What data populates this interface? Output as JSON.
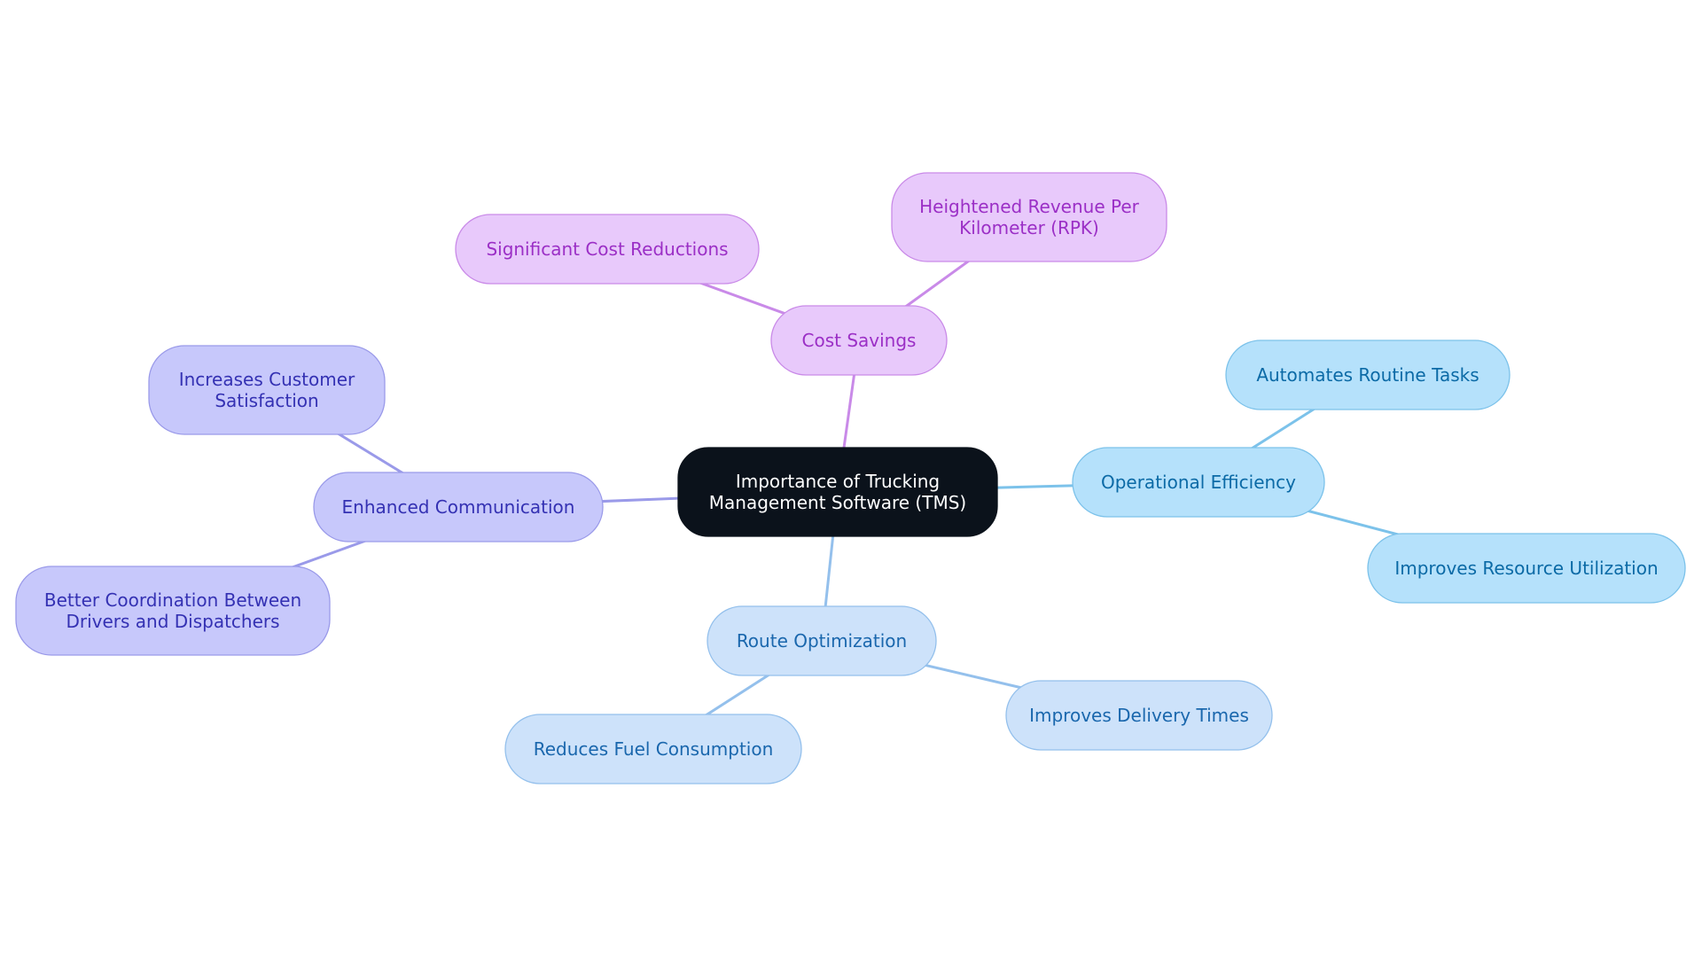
{
  "colors": {
    "root": {
      "fill": "#0b121b",
      "stroke": "#0b121b",
      "text": "#ffffff"
    },
    "cost": {
      "fill": "#e8c9fb",
      "stroke": "#c98ae8",
      "text": "#9b2fc6",
      "edge": "#c98ae8"
    },
    "operational": {
      "fill": "#b5e1fb",
      "stroke": "#7cc2ea",
      "text": "#0b6aa6",
      "edge": "#7cc2ea"
    },
    "route": {
      "fill": "#cde2fa",
      "stroke": "#94c0ec",
      "text": "#1a67ad",
      "edge": "#94c0ec"
    },
    "communication": {
      "fill": "#c7c8fb",
      "stroke": "#9a9ae9",
      "text": "#3431b3",
      "edge": "#9a9ae9"
    }
  },
  "root": {
    "id": "root",
    "lines": [
      "Importance of Trucking",
      "Management Software (TMS)"
    ],
    "theme": "root"
  },
  "branches": [
    {
      "id": "cost-savings",
      "lines": [
        "Cost Savings"
      ],
      "theme": "cost",
      "children": [
        {
          "id": "significant-cost-reductions",
          "lines": [
            "Significant Cost Reductions"
          ]
        },
        {
          "id": "heightened-revenue",
          "lines": [
            "Heightened Revenue Per",
            "Kilometer (RPK)"
          ]
        }
      ]
    },
    {
      "id": "operational-efficiency",
      "lines": [
        "Operational Efficiency"
      ],
      "theme": "operational",
      "children": [
        {
          "id": "automates-routine-tasks",
          "lines": [
            "Automates Routine Tasks"
          ]
        },
        {
          "id": "improves-resource-utilization",
          "lines": [
            "Improves Resource Utilization"
          ]
        }
      ]
    },
    {
      "id": "route-optimization",
      "lines": [
        "Route Optimization"
      ],
      "theme": "route",
      "children": [
        {
          "id": "reduces-fuel-consumption",
          "lines": [
            "Reduces Fuel Consumption"
          ]
        },
        {
          "id": "improves-delivery-times",
          "lines": [
            "Improves Delivery Times"
          ]
        }
      ]
    },
    {
      "id": "enhanced-communication",
      "lines": [
        "Enhanced Communication"
      ],
      "theme": "communication",
      "children": [
        {
          "id": "increases-customer-satisfaction",
          "lines": [
            "Increases Customer",
            "Satisfaction"
          ]
        },
        {
          "id": "better-coordination",
          "lines": [
            "Better Coordination Between",
            "Drivers and Dispatchers"
          ]
        }
      ]
    }
  ]
}
